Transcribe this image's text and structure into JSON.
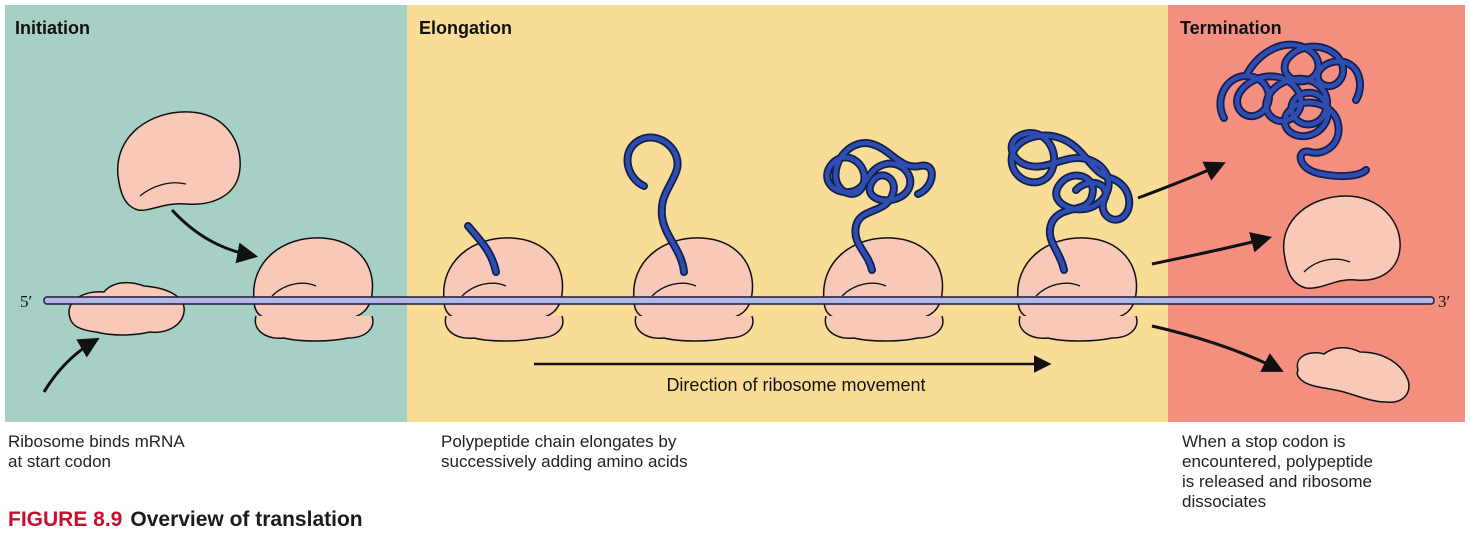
{
  "panels": {
    "initiation": {
      "title": "Initiation",
      "caption": "Ribosome binds mRNA\nat start codon",
      "color": "#a6cfc6"
    },
    "elongation": {
      "title": "Elongation",
      "caption": "Polypeptide chain elongates by\nsuccessively adding amino acids",
      "color": "#f9dc96"
    },
    "termination": {
      "title": "Termination",
      "caption": "When a stop codon is\nencountered, polypeptide\nis released and ribosome\ndissociates",
      "color": "#f48f80"
    }
  },
  "mrna": {
    "five_prime": "5′",
    "three_prime": "3′"
  },
  "direction_label": "Direction of ribosome movement",
  "figure": {
    "number": "FIGURE 8.9",
    "title": "Overview of translation"
  },
  "colors": {
    "ribosome": "#f8c9b8",
    "polypeptide": "#1f3a8a",
    "mrna": "#b3b8e6",
    "arrow": "#111111"
  }
}
